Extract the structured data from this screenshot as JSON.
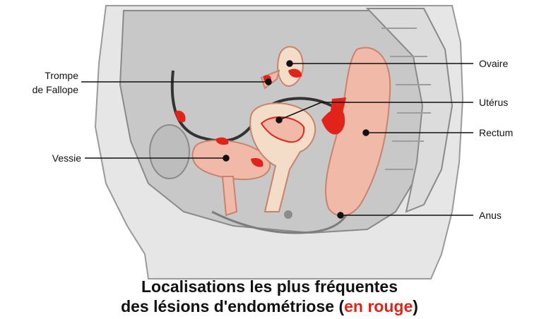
{
  "labels": {
    "trompe_line1": "Trompe",
    "trompe_line2": "de Fallope",
    "vessie": "Vessie",
    "ovaire": "Ovaire",
    "uterus": "Utérus",
    "rectum": "Rectum",
    "anus": "Anus"
  },
  "caption": {
    "line1": "Localisations les plus fréquentes",
    "line2_before": "des lésions d'endométriose (",
    "line2_highlight": "en rouge",
    "line2_after": ")"
  },
  "colors": {
    "lesion": "#e2231a",
    "organ": "#f0b9a8",
    "background_tissue": "#c9c9c9",
    "body_wall": "#e4e4e4",
    "highlight_text": "#e2231a"
  }
}
